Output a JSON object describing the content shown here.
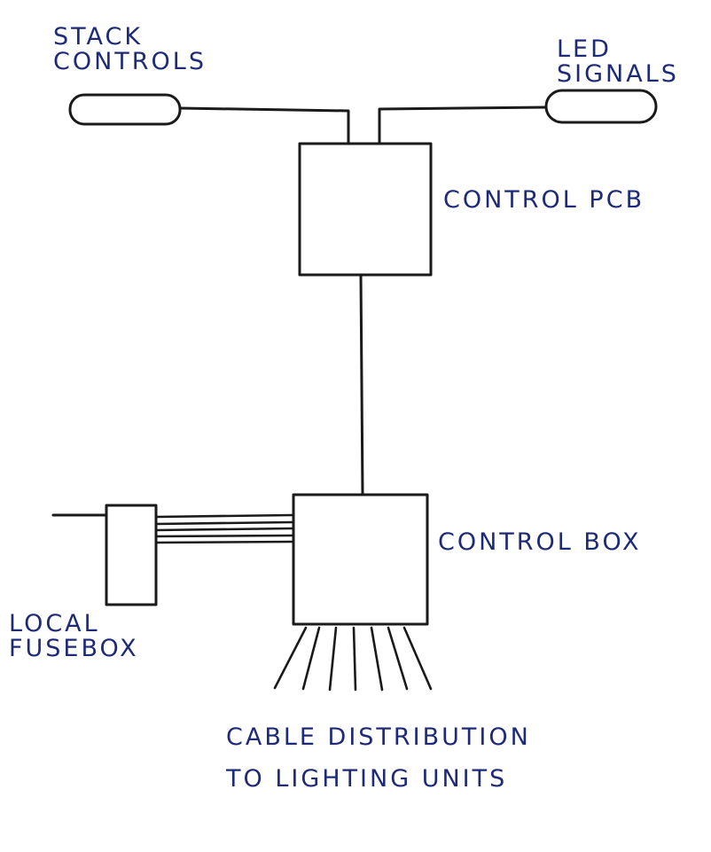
{
  "labels": {
    "stack_controls": [
      "STACK",
      "CONTROLS"
    ],
    "led_signals": [
      "LED",
      "SIGNALS"
    ],
    "control_pcb": "CONTROL PCB",
    "control_box": "CONTROL BOX",
    "local_fusebox": [
      "LOCAL",
      "FUSEBOX"
    ],
    "cable_distribution": [
      "CABLE DISTRIBUTION",
      "TO LIGHTING UNITS"
    ]
  },
  "colors": {
    "ink": "#1d2a78",
    "line": "#1a1a1a",
    "background": "#ffffff"
  }
}
